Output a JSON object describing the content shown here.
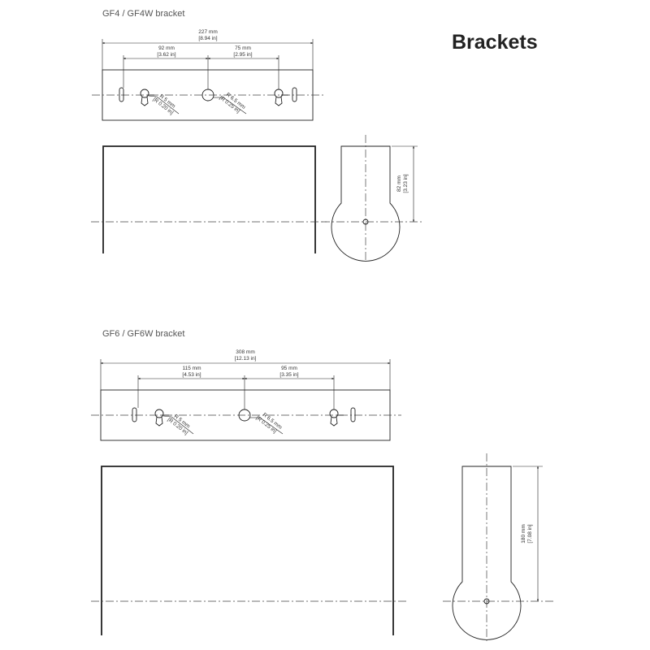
{
  "page": {
    "title": "Brackets"
  },
  "colors": {
    "line": "#222222",
    "center_line": "#444444",
    "text": "#333333"
  },
  "brackets": [
    {
      "title": "GF4 / GF4W bracket",
      "overall_width": {
        "mm": "227 mm",
        "in": "[8.94 in]"
      },
      "dim_left": {
        "mm": "92 mm",
        "in": "[3.62 in]"
      },
      "dim_right": {
        "mm": "75 mm",
        "in": "[2.95 in]"
      },
      "radius_left": {
        "mm": "R 5 mm",
        "in": "[R 0.20 in]"
      },
      "radius_center": {
        "mm": "R 6.5 mm",
        "in": "[R 0.25 in]"
      },
      "side_height": {
        "mm": "82 mm",
        "in": "[3.23 in]"
      }
    },
    {
      "title": "GF6 / GF6W bracket",
      "overall_width": {
        "mm": "308 mm",
        "in": "[12.13 in]"
      },
      "dim_left": {
        "mm": "115 mm",
        "in": "[4.53 in]"
      },
      "dim_right": {
        "mm": "95 mm",
        "in": "[3.35 in]"
      },
      "radius_left": {
        "mm": "R 5 mm",
        "in": "[R 0.20 in]"
      },
      "radius_center": {
        "mm": "R 6.5 mm",
        "in": "[R 0.25 in]"
      },
      "side_height": {
        "mm": "180 mm",
        "in": "[7.08 in]"
      }
    }
  ]
}
